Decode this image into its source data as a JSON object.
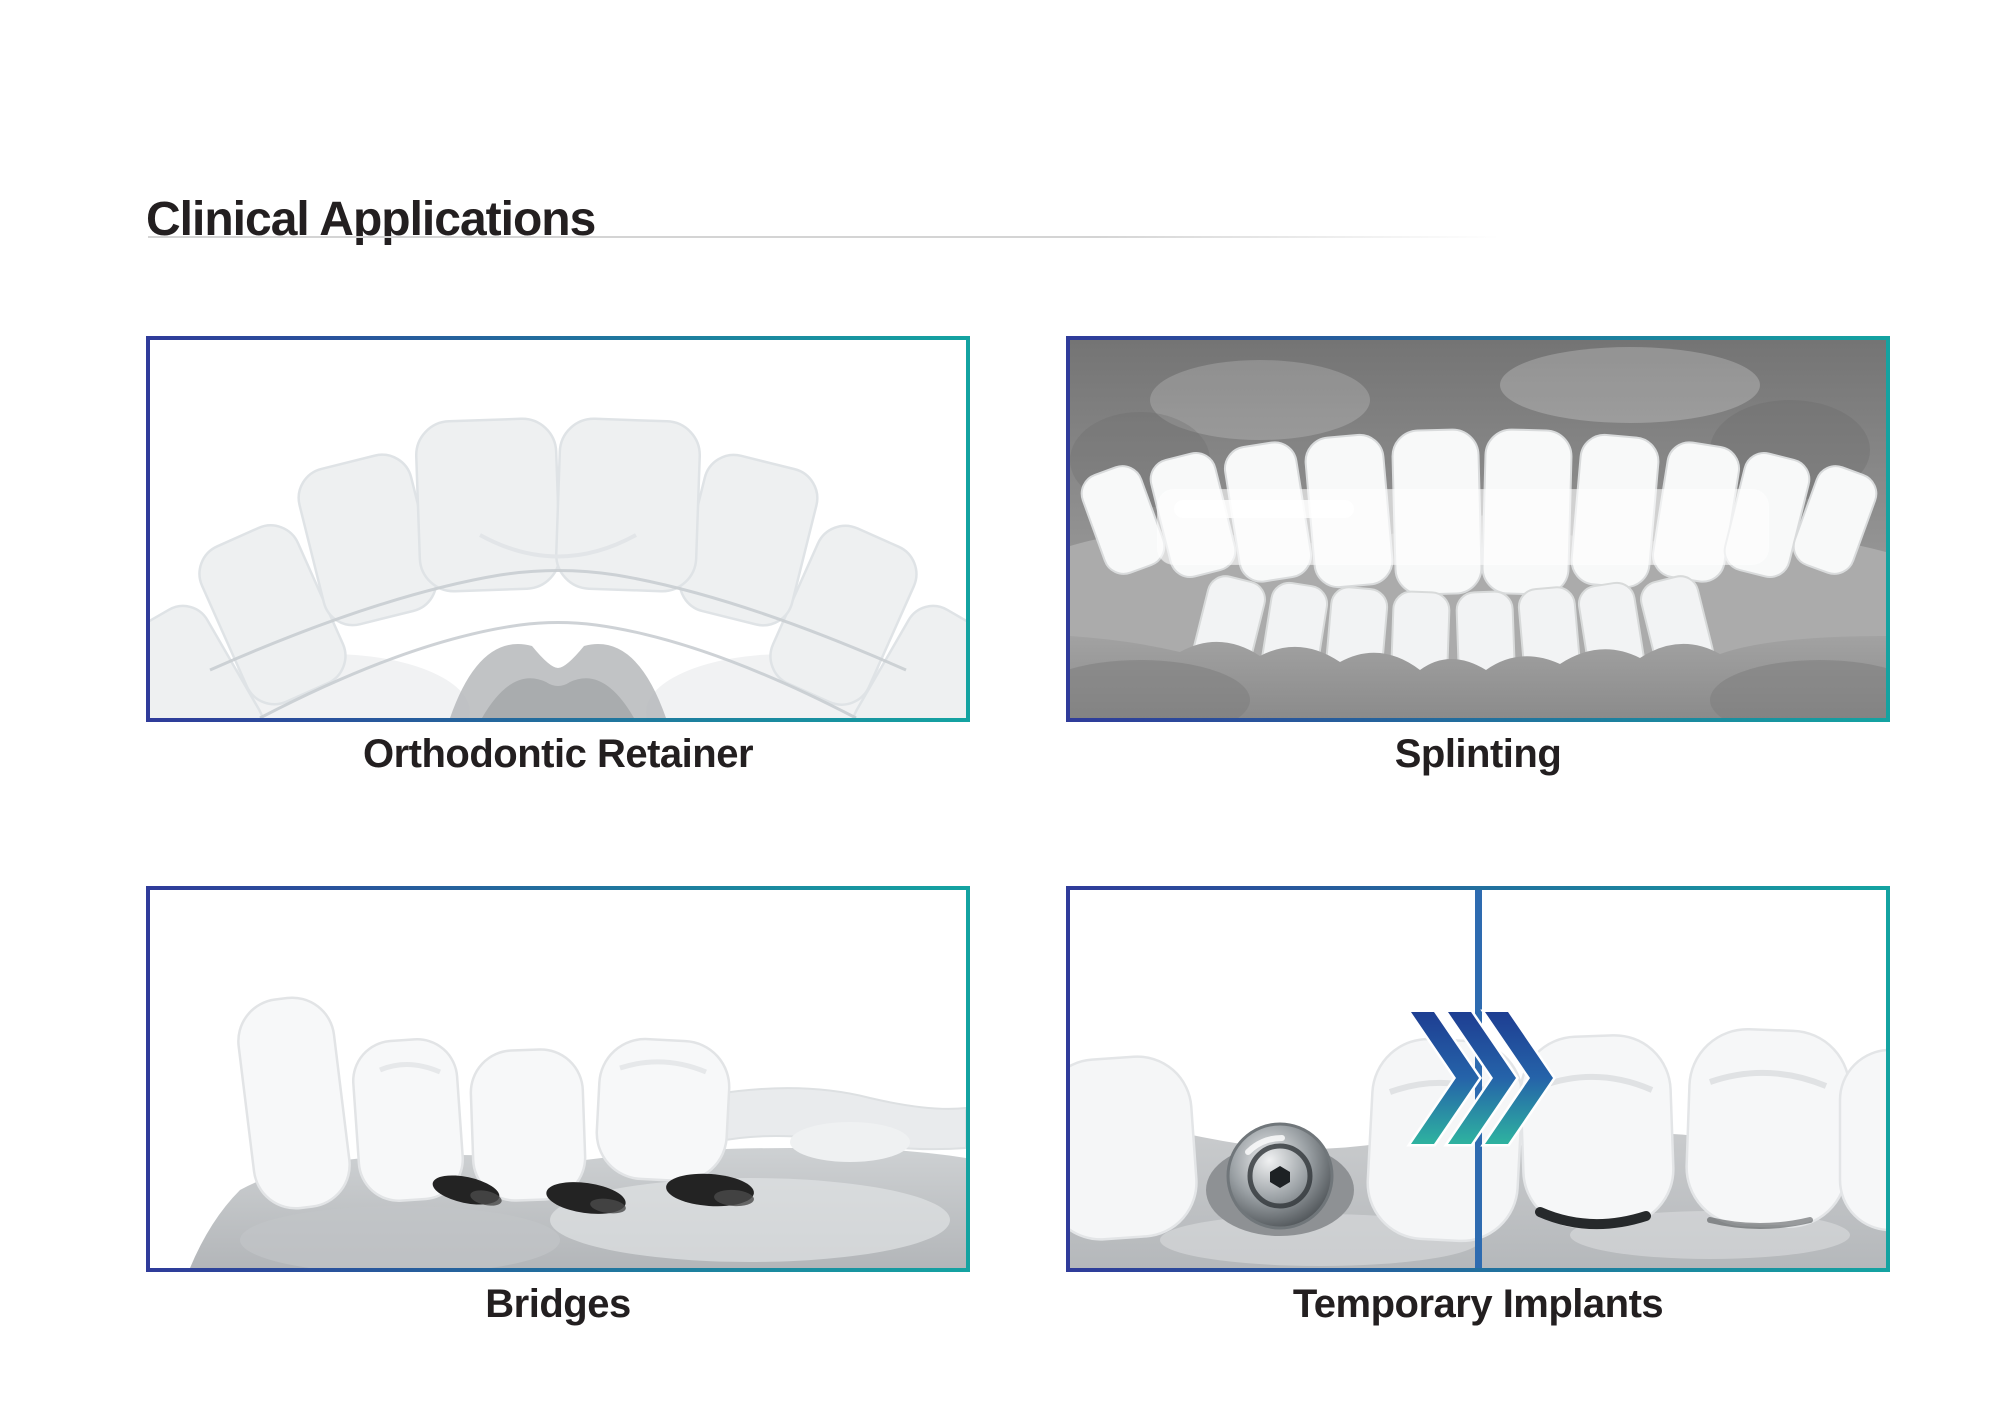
{
  "page": {
    "title": "Clinical Applications",
    "background": "#ffffff"
  },
  "colors": {
    "text": "#231f20",
    "border_gradient_start": "#2f3b9a",
    "border_gradient_end": "#14a3a1",
    "divider_blue": "#2e6bb0",
    "chevron_gradient_top": "#1e3e92",
    "chevron_gradient_mid": "#2563a9",
    "chevron_gradient_bottom": "#2eb3a0",
    "title_rule_gray": "#d4d4d4"
  },
  "applications": [
    {
      "id": "orthodontic-retainer",
      "caption": "Orthodontic Retainer",
      "image_description": "grayscale photo: clear retainer seated on upper front teeth of a dental model"
    },
    {
      "id": "splinting",
      "caption": "Splinting",
      "image_description": "grayscale photo: full dental model with splint band bonded across upper front teeth"
    },
    {
      "id": "bridges",
      "caption": "Bridges",
      "image_description": "grayscale photo: side view of lower model with temporary bridge material"
    },
    {
      "id": "temporary-implants",
      "caption": "Temporary Implants",
      "image_description": "before/after grayscale photos: exposed implant, then temporary crown seated",
      "icon": "triple-chevron-right-icon"
    }
  ]
}
